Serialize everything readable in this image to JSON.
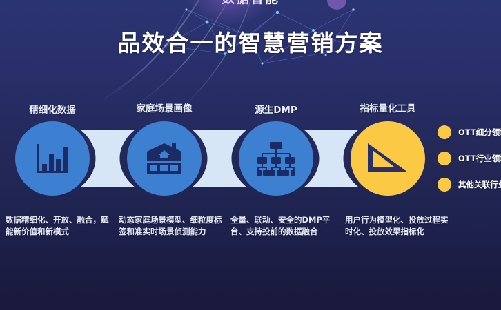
{
  "slide": {
    "title": "品效合一的智慧营销方案",
    "top_cut_text": "数据智能",
    "background_top_color": "#2b3472",
    "background_bottom_color": "#191a3c",
    "accent_blue": "#3d7fd0",
    "accent_amber": "#fbc944",
    "connector_color": "#d6e6f7"
  },
  "nodes": [
    {
      "caption": "精细化数据",
      "icon": "bar-chart-icon",
      "color": "#3d7fd0",
      "description": "数据精细化、开放、融合，赋能新价值和新模式"
    },
    {
      "caption": "家庭场景画像",
      "icon": "house-icon",
      "color": "#3d7fd0",
      "description": "动态家庭场景模型、细粒度标签和准实时场景侦测能力"
    },
    {
      "caption": "源生DMP",
      "icon": "hierarchy-tree-icon",
      "color": "#3d7fd0",
      "description": "全量、联动、安全的DMP平台、支持投前的数据融合"
    },
    {
      "caption": "指标量化工具",
      "icon": "set-square-ruler-icon",
      "color": "#fbc944",
      "description": "用户行为模型化、投放过程实时化、投放效果指标化"
    }
  ],
  "legend": {
    "items": [
      {
        "label": "OTT细分领域",
        "dot_color": "#fbc944"
      },
      {
        "label": "OTT行业领域",
        "dot_color": "#fbc944"
      },
      {
        "label": "其他关联行业",
        "dot_color": "#fbc944"
      }
    ]
  }
}
